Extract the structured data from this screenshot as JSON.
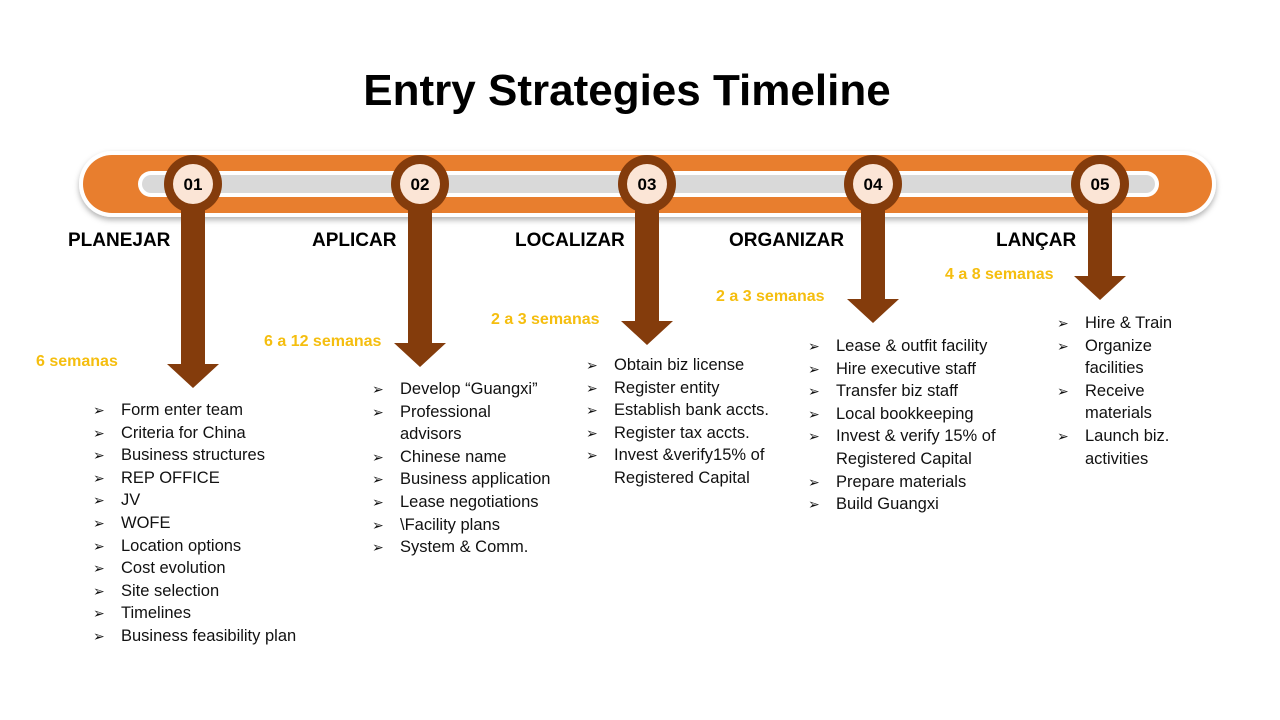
{
  "title": "Entry Strategies Timeline",
  "colors": {
    "bar": "#E87E2E",
    "track": "#D9D9D9",
    "node": "#843C0C",
    "node_inner": "#FBE5D6",
    "duration": "#F5BE0F"
  },
  "bullet_icon": "arrow-bullet",
  "steps": [
    {
      "num": "01",
      "phase": "PLANEJAR",
      "duration": "6 semanas",
      "items": [
        "Form enter team",
        "Criteria for China",
        "Business structures",
        "REP OFFICE",
        "JV",
        "WOFE",
        "Location options",
        "Cost evolution",
        "Site selection",
        "Timelines",
        "Business feasibility plan"
      ]
    },
    {
      "num": "02",
      "phase": "APLICAR",
      "duration": "6 a 12 semanas",
      "items": [
        "Develop “Guangxi”",
        "Professional\nadvisors",
        "Chinese name",
        "Business application",
        "Lease negotiations",
        "\\Facility plans",
        "System & Comm."
      ]
    },
    {
      "num": "03",
      "phase": "LOCALIZAR",
      "duration": "2 a 3 semanas",
      "items": [
        "Obtain biz license",
        "Register entity",
        "Establish bank accts.",
        "Register tax accts.",
        "Invest &verify15% of\nRegistered Capital"
      ]
    },
    {
      "num": "04",
      "phase": "ORGANIZAR",
      "duration": "2 a 3 semanas",
      "items": [
        "Lease & outfit facility",
        "Hire executive staff",
        "Transfer biz staff",
        "Local bookkeeping",
        "Invest & verify 15% of\nRegistered Capital",
        "Prepare materials",
        "Build Guangxi"
      ]
    },
    {
      "num": "05",
      "phase": "LANÇAR",
      "duration": "4 a 8 semanas",
      "items": [
        "Hire & Train",
        "Organize\nfacilities",
        "Receive\nmaterials",
        "Launch biz.\nactivities"
      ]
    }
  ]
}
